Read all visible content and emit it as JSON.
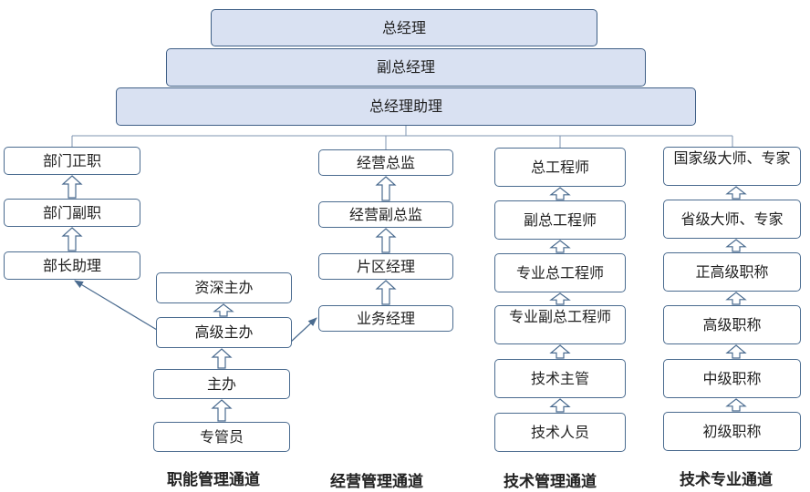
{
  "management": {
    "general_manager": "总经理",
    "deputy_general_manager": "副总经理",
    "assistant_general_manager": "总经理助理"
  },
  "channels": [
    {
      "label": "职能管理通道",
      "levels": [
        "专管员",
        "主办",
        "高级主办",
        "资深主办"
      ],
      "branch_levels": [
        "部长助理",
        "部门副职",
        "部门正职"
      ]
    },
    {
      "label": "经营管理通道",
      "levels": [
        "业务经理",
        "片区经理",
        "经营副总监",
        "经营总监"
      ]
    },
    {
      "label": "技术管理通道",
      "levels": [
        "技术人员",
        "技术主管",
        "专业副总工程师",
        "专业总工程师",
        "副总工程师",
        "总工程师"
      ]
    },
    {
      "label": "技术专业通道",
      "levels": [
        "初级职称",
        "中级职称",
        "高级职称",
        "正高级职称",
        "省级大师、专家",
        "国家级大师、专家"
      ]
    }
  ]
}
